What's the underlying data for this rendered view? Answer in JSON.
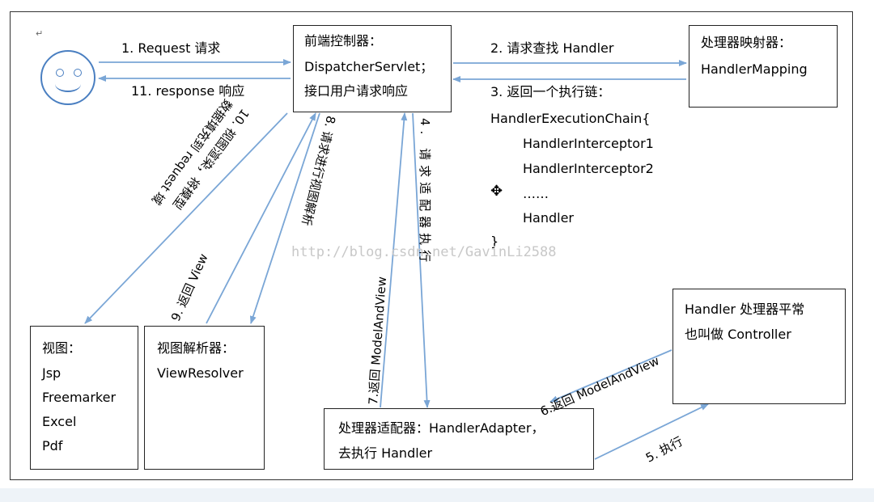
{
  "edit_mark": "↵",
  "watermark": "http://blog.csdn.net/GavinLi2588",
  "user": {
    "face": "☺"
  },
  "front_controller": {
    "line1": "前端控制器：",
    "line2": "DispatcherServlet；",
    "line3": "接口用户请求响应"
  },
  "handler_mapping": {
    "line1": "处理器映射器：",
    "line2": "HandlerMapping"
  },
  "execution_chain": {
    "head": "HandlerExecutionChain{",
    "items": [
      "HandlerInterceptor1",
      "HandlerInterceptor2",
      "……",
      "Handler"
    ],
    "tail": "}"
  },
  "handler": {
    "line1": "Handler 处理器平常",
    "line2": "也叫做 Controller"
  },
  "handler_adapter": {
    "line1": "处理器适配器：HandlerAdapter，",
    "line2": "去执行 Handler"
  },
  "view_resolver": {
    "line1": "视图解析器：",
    "line2": "ViewResolver"
  },
  "view": {
    "title": "视图：",
    "items": [
      "Jsp",
      "Freemarker",
      "Excel",
      "Pdf"
    ]
  },
  "steps": {
    "s1": "1.   Request  请求",
    "s2": "2. 请求查找 Handler",
    "s3": "3. 返回一个执行链：",
    "s4": "4. 请求适配器执行",
    "s5": "5. 执行",
    "s6": "6.返回 ModelAndView",
    "s7": "7.返回 ModelAndView",
    "s8": "8. 请求进行视图解析",
    "s9": "9. 返回 View",
    "s10": "10. 视图渲染，将模型",
    "s10b": "数据填充到 request 域",
    "s11": "11. response  响应"
  },
  "colors": {
    "arrow": "#7aa6d6",
    "border": "#222222"
  }
}
